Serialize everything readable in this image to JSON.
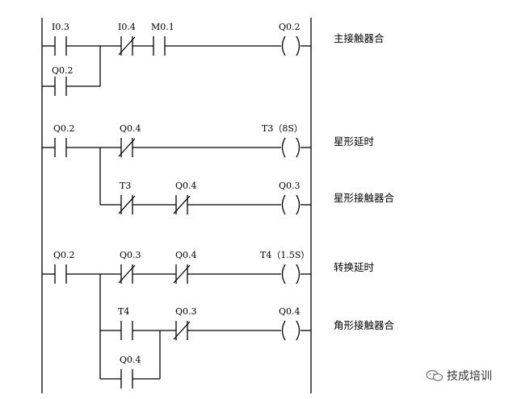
{
  "rungs": [
    {
      "contacts": [
        {
          "label": "I0.3",
          "type": "NO"
        },
        {
          "label": "Q0.2",
          "type": "NO"
        },
        {
          "label": "I0.4",
          "type": "NC"
        },
        {
          "label": "M0.1",
          "type": "NO"
        }
      ],
      "coil": "Q0.2",
      "description": "主接触器合"
    },
    {
      "contacts": [
        {
          "label": "Q0.2",
          "type": "NO"
        },
        {
          "label": "Q0.4",
          "type": "NC"
        }
      ],
      "coil": "T3（8S）",
      "description": "星形延时"
    },
    {
      "contacts": [
        {
          "label": "T3",
          "type": "NC"
        },
        {
          "label": "Q0.4",
          "type": "NC"
        }
      ],
      "coil": "Q0.3",
      "description": "星形接触器合"
    },
    {
      "contacts": [
        {
          "label": "Q0.2",
          "type": "NO"
        },
        {
          "label": "Q0.3",
          "type": "NC"
        },
        {
          "label": "Q0.4",
          "type": "NC"
        }
      ],
      "coil": "T4（1.5S）",
      "description": "转换延时"
    },
    {
      "contacts": [
        {
          "label": "T4",
          "type": "NO"
        },
        {
          "label": "Q0.3",
          "type": "NC"
        },
        {
          "label": "Q0.4",
          "type": "NO"
        }
      ],
      "coil": "Q0.4",
      "description": "角形接触器合"
    }
  ],
  "watermark": {
    "icon": "wechat-icon",
    "text": "技成培训"
  }
}
